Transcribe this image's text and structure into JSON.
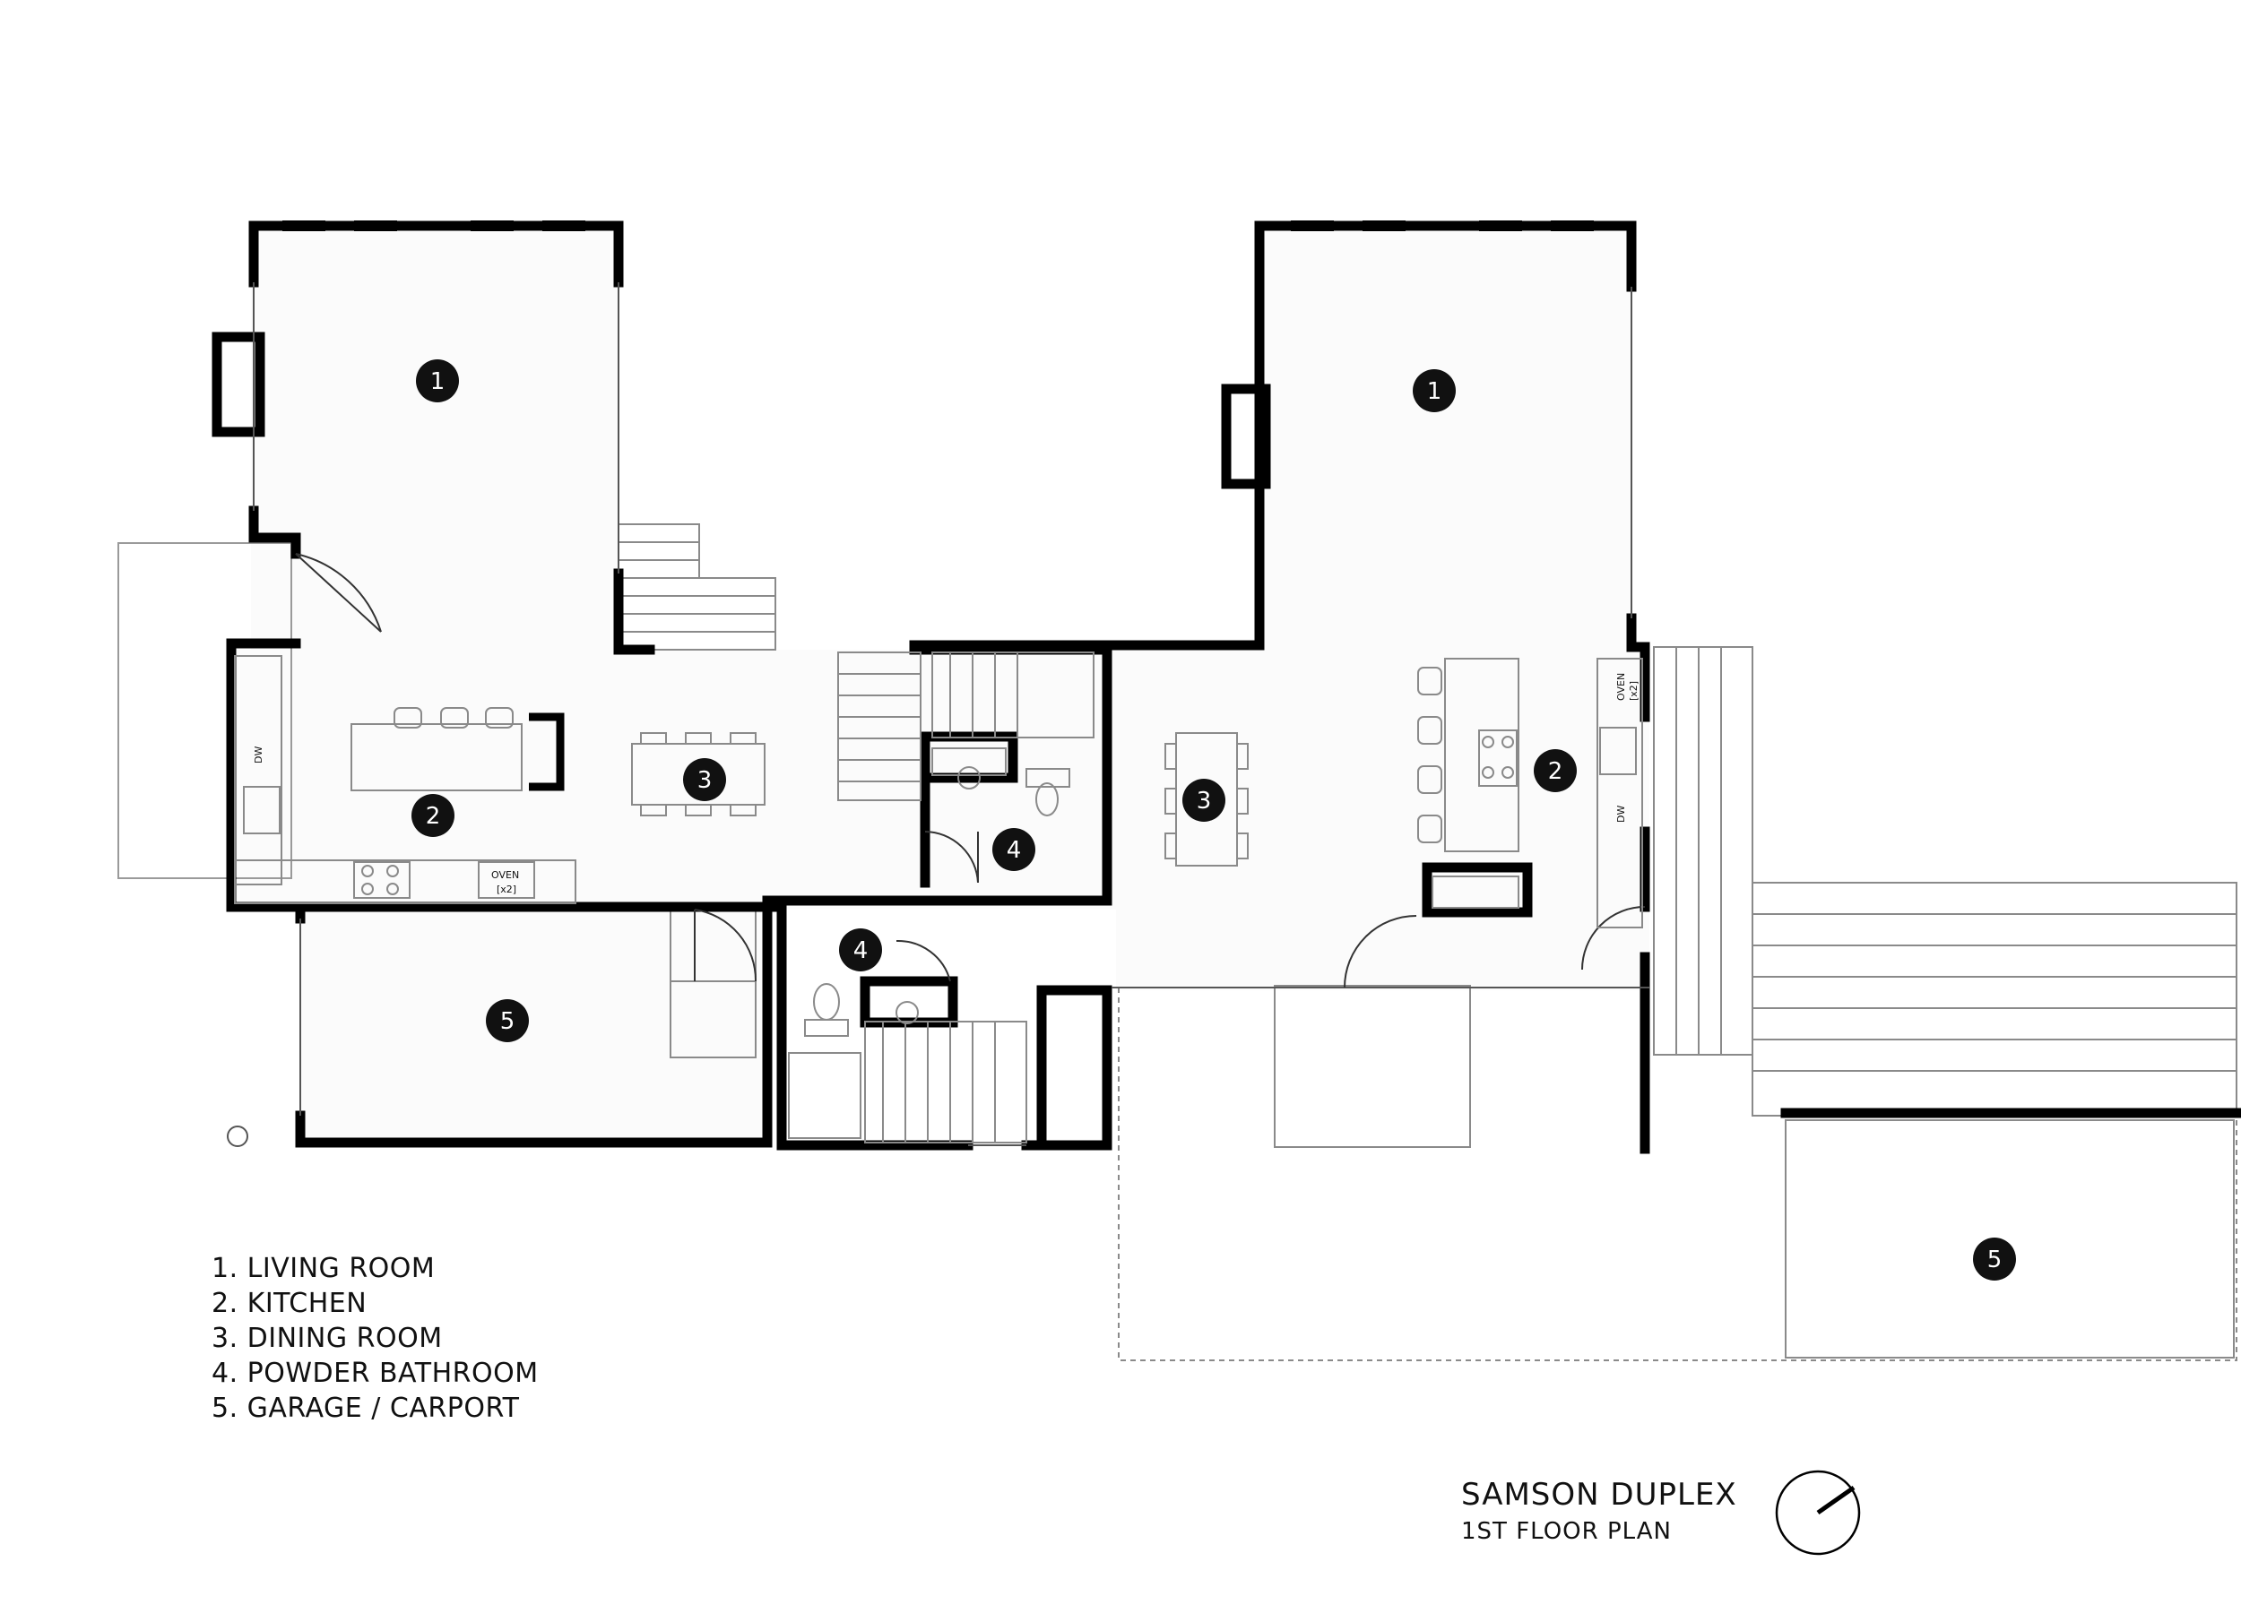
{
  "legend": [
    {
      "number": "1",
      "name": "LIVING ROOM"
    },
    {
      "number": "2",
      "name": "KITCHEN"
    },
    {
      "number": "3",
      "name": "DINING ROOM"
    },
    {
      "number": "4",
      "name": "POWDER BATHROOM"
    },
    {
      "number": "5",
      "name": "GARAGE / CARPORT"
    }
  ],
  "legend_lines": [
    "1. LIVING ROOM",
    "2. KITCHEN",
    "3. DINING ROOM",
    "4. POWDER BATHROOM",
    "5. GARAGE / CARPORT"
  ],
  "title": "SAMSON DUPLEX",
  "subtitle": "1ST FLOOR PLAN",
  "fixture_labels": {
    "dishwasher": "DW",
    "oven": "OVEN",
    "oven_count": "[x2]"
  },
  "colors": {
    "wall": "#000000",
    "fill": "#fbfbfb",
    "thin_line": "#8a8a8a",
    "marker": "#111111",
    "marker_text": "#ffffff"
  }
}
